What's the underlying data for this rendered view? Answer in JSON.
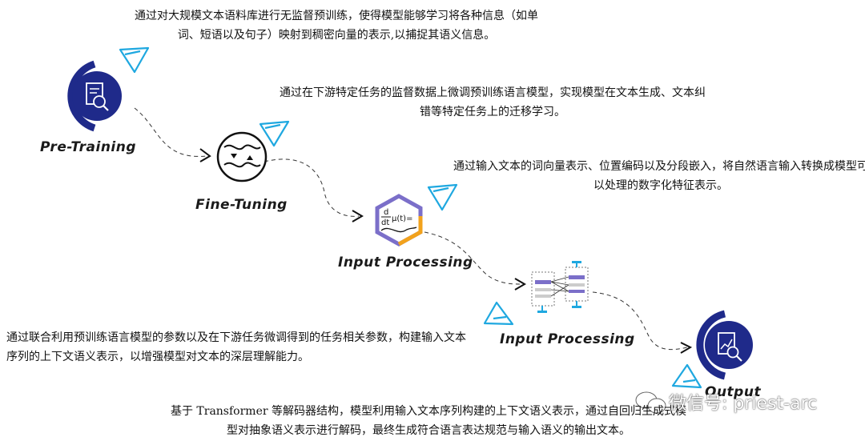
{
  "stages": [
    {
      "label": "Pre-Training",
      "desc": "通过对大规模文本语料库进行无监督预训练，使得模型能够学习将各种信息（如单词、短语以及句子）映射到稠密向量的表示,以捕捉其语义信息。",
      "icon": "document-search-icon"
    },
    {
      "label": "Fine-Tuning",
      "desc": "通过在下游特定任务的监督数据上微调预训练语言模型，实现模型在文本生成、文本纠错等特定任务上的迁移学习。",
      "icon": "wave-arrows-icon"
    },
    {
      "label": "Input Processing",
      "desc": "通过输入文本的词向量表示、位置编码以及分段嵌入，将自然语言输入转换成模型可以处理的数字化特征表示。",
      "icon": "derivative-formula-icon",
      "formula_d": "d",
      "formula_dt": "dt",
      "formula_mu": "μ(t)="
    },
    {
      "label": "Input Processing",
      "desc": "通过联合利用预训练语言模型的参数以及在下游任务微调得到的任务相关参数，构建输入文本序列的上下文语义表示，以增强模型对文本的深层理解能力。",
      "icon": "network-layers-icon"
    },
    {
      "label": "Output",
      "desc": "基于 Transformer 等解码器结构，模型利用输入文本序列构建的上下文语义表示，通过自回归生成式模型对抽象语义表示进行解码，最终生成符合语言表达规范与输入语义的输出文本。",
      "icon": "chart-search-icon"
    }
  ],
  "watermark": "微信号: priest-arc",
  "colors": {
    "navy": "#1f2a8a",
    "cyan": "#1fa8e0",
    "purple": "#7b6fc9",
    "orange": "#f2a21c"
  }
}
